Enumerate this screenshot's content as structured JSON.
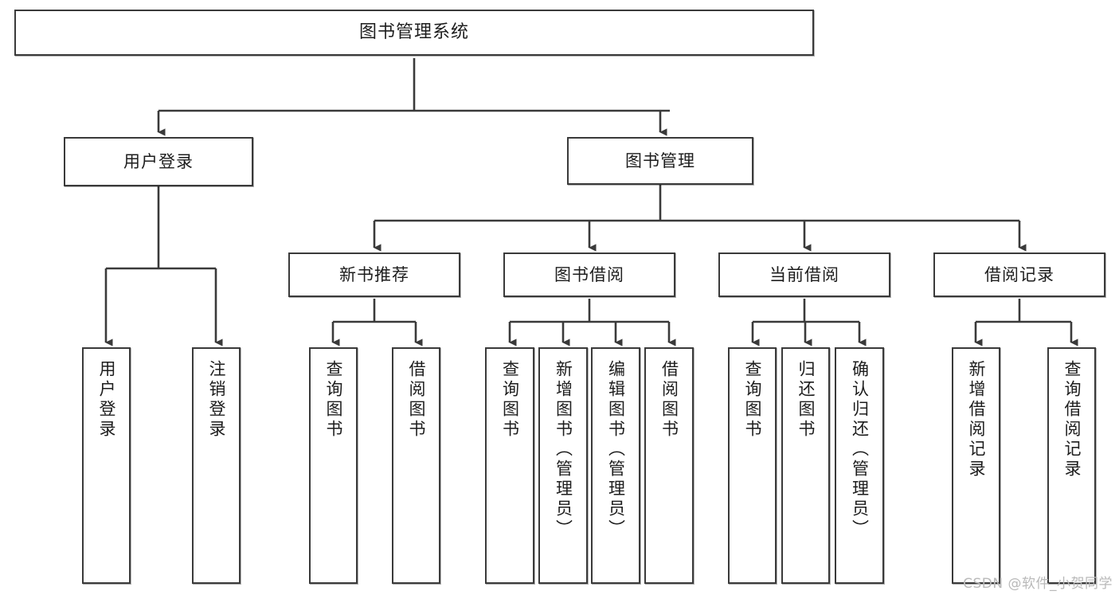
{
  "diagram": {
    "type": "tree-hierarchy-chart",
    "title": "图书管理系统",
    "colors": {
      "box_border": "#3a3a3a",
      "box_fill": "#ffffff",
      "connector": "#3a3a3a",
      "text": "#1d1d1d",
      "watermark": "#b9b9b9",
      "background": "#ffffff"
    },
    "root": {
      "label": "图书管理系统"
    },
    "level2": [
      {
        "label": "用户登录"
      },
      {
        "label": "图书管理"
      }
    ],
    "level3": [
      {
        "label": "新书推荐"
      },
      {
        "label": "图书借阅"
      },
      {
        "label": "当前借阅"
      },
      {
        "label": "借阅记录"
      }
    ],
    "leaves": {
      "user_login": [
        {
          "label": "用户登录"
        },
        {
          "label": "注销登录"
        }
      ],
      "new_book_recommend": [
        {
          "label": "查询图书"
        },
        {
          "label": "借阅图书"
        }
      ],
      "book_borrow": [
        {
          "label": "查询图书"
        },
        {
          "label": "新增图书（管理员）"
        },
        {
          "label": "编辑图书（管理员）"
        },
        {
          "label": "借阅图书"
        }
      ],
      "current_borrow": [
        {
          "label": "查询图书"
        },
        {
          "label": "归还图书"
        },
        {
          "label": "确认归还（管理员）"
        }
      ],
      "borrow_record": [
        {
          "label": "新增借阅记录"
        },
        {
          "label": "查询借阅记录"
        }
      ]
    }
  },
  "watermark": {
    "text": "CSDN @软件_小贺同学"
  }
}
